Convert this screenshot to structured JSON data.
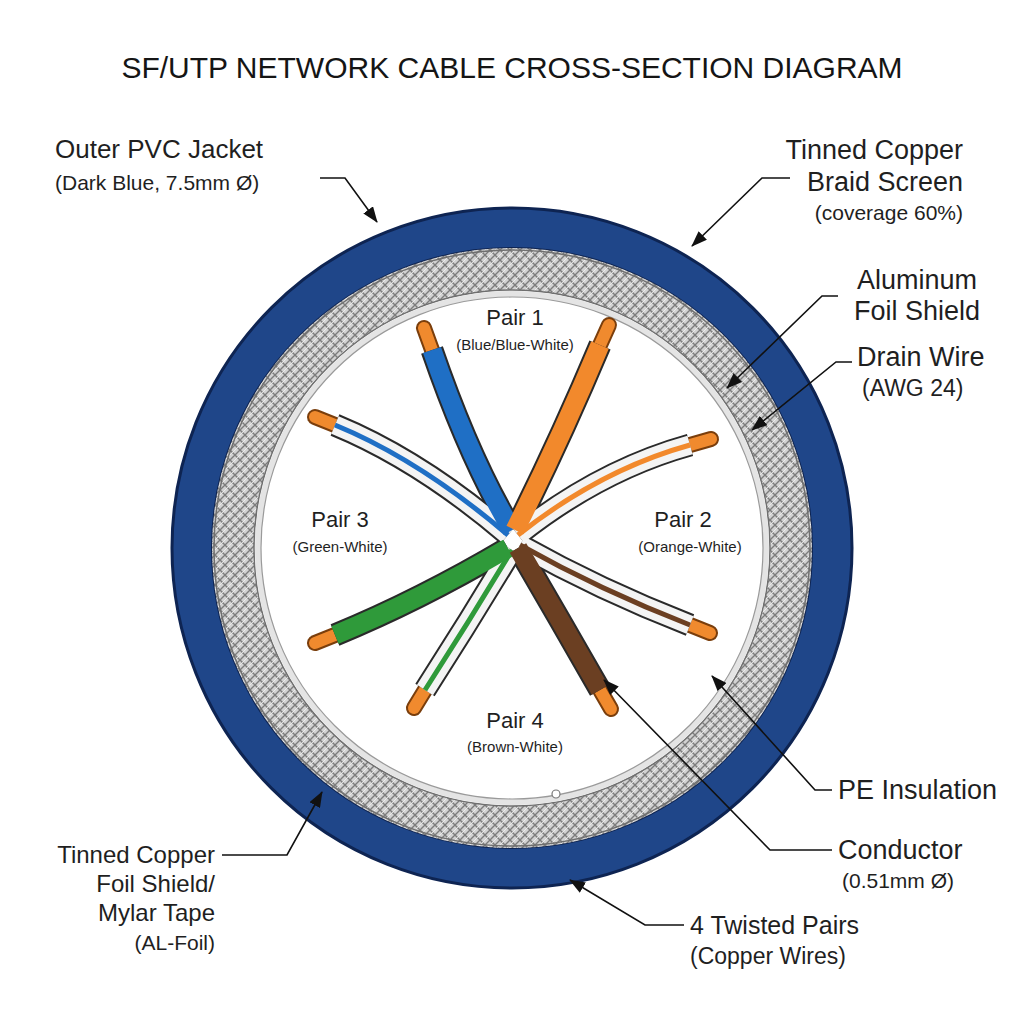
{
  "diagram": {
    "title": "SF/UTP NETWORK CABLE CROSS-SECTION DIAGRAM",
    "labels": [
      "Outer PVC Jacket",
      "(Dark Blue, 7.5mm Ø)",
      "Tinned Copper Braid Screen",
      "(coverage 60%)",
      "Aluminum Foil Shield",
      "Drain Wire",
      "(AWG 24)",
      "Pair 1",
      "(Blue/Blue-White)",
      "Pair 3",
      "(Green-White)",
      "Pair 2",
      "(Orange-White)",
      "Pair 4",
      "(Brown-White)",
      "PE Insulation",
      "Conductor",
      "(0.51mm Ø)",
      "Tinned Copper Foil Shield/ Mylar Tape",
      "(AL-Foil)",
      "4 Twisted Pairs",
      "(Copper Wires)"
    ]
  }
}
